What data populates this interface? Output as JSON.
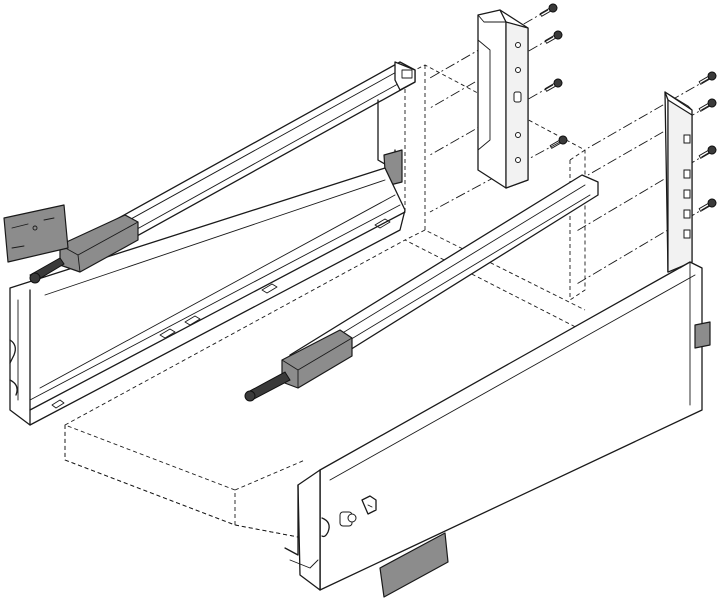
{
  "diagram": {
    "kind": "exploded-assembly",
    "subject": "drawer-assembly",
    "screws_count": 8,
    "colors": {
      "line": "#1a1a1a",
      "panel_fill": "#ffffff",
      "cover_cap": "#8c8c8c",
      "runner_block": "#8c8c8c",
      "screw_head": "#3a3a3a"
    },
    "icons": [
      "screw-icon",
      "cover-cap-icon"
    ]
  }
}
